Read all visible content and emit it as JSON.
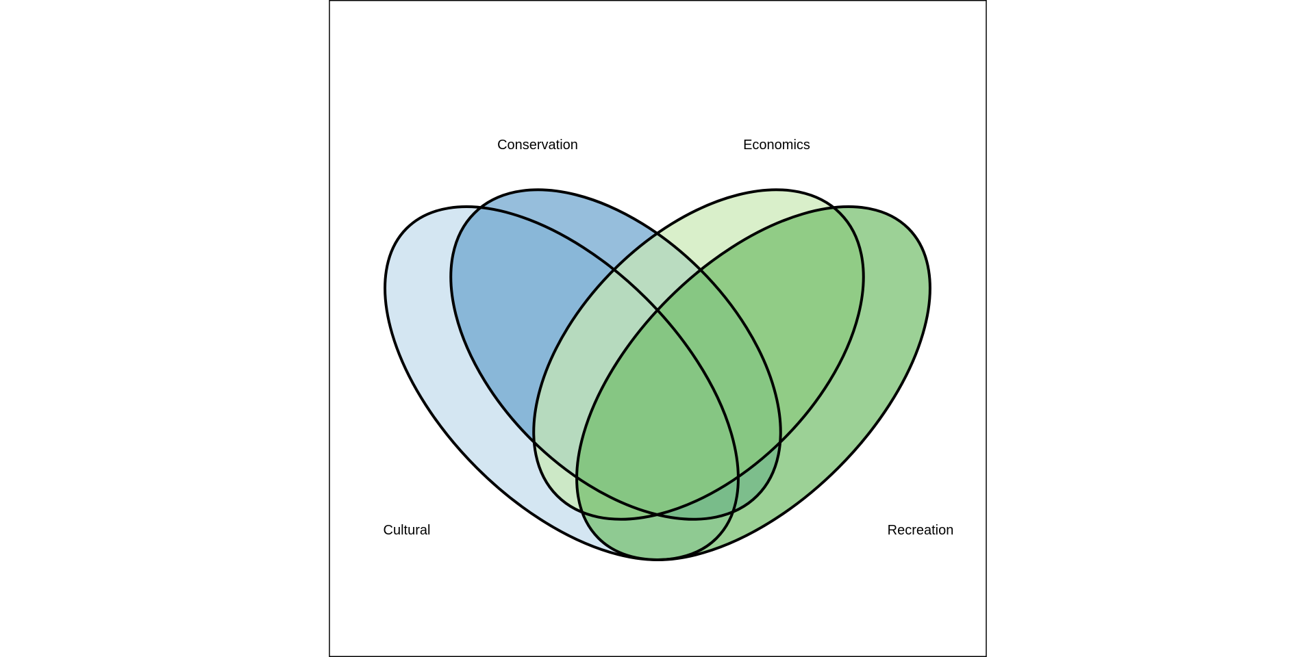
{
  "diagram": {
    "type": "venn",
    "set_count": 4,
    "sets": [
      {
        "id": "cultural",
        "label": "Cultural",
        "color": "#b8d6ea"
      },
      {
        "id": "conservation",
        "label": "Conservation",
        "color": "#6aa3cd"
      },
      {
        "id": "economics",
        "label": "Economics",
        "color": "#c9e8b4"
      },
      {
        "id": "recreation",
        "label": "Recreation",
        "color": "#72bd6a"
      }
    ],
    "region_labels_visible": false,
    "background": "#ffffff",
    "outline_color": "#000000"
  }
}
